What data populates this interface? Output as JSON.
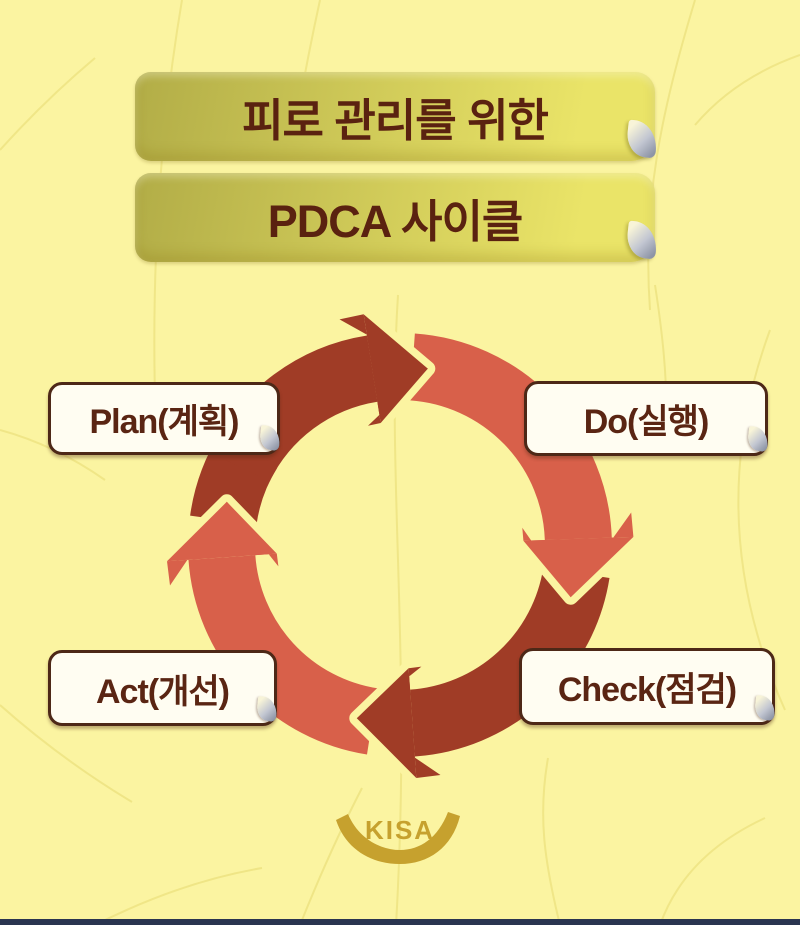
{
  "title_banners": [
    {
      "text": "피로 관리를 위한"
    },
    {
      "text": "PDCA 사이클"
    }
  ],
  "cycle": {
    "direction": "clockwise",
    "steps": [
      {
        "label": "Plan(계획)",
        "en": "Plan",
        "ko": "계획"
      },
      {
        "label": "Do(실행)",
        "en": "Do",
        "ko": "실행"
      },
      {
        "label": "Check(점검)",
        "en": "Check",
        "ko": "점검"
      },
      {
        "label": "Act(개선)",
        "en": "Act",
        "ko": "개선"
      }
    ]
  },
  "footer": {
    "logo_text": "KISA"
  },
  "theme": {
    "background": "#FBF4A1",
    "line_color": "#EDE382",
    "banner_gradient_start": "#B2AD47",
    "banner_gradient_end": "#EAE468",
    "banner_text_color": "#5A2210",
    "tag_fill": "#FFFDF2",
    "tag_border_color": "#4D2817",
    "tag_text_color": "#5A2513",
    "arrow_dark": "#A03C26",
    "arrow_light": "#D8604A",
    "logo_gold": "#C6A12E",
    "bottom_bar_color": "#2A3550"
  }
}
